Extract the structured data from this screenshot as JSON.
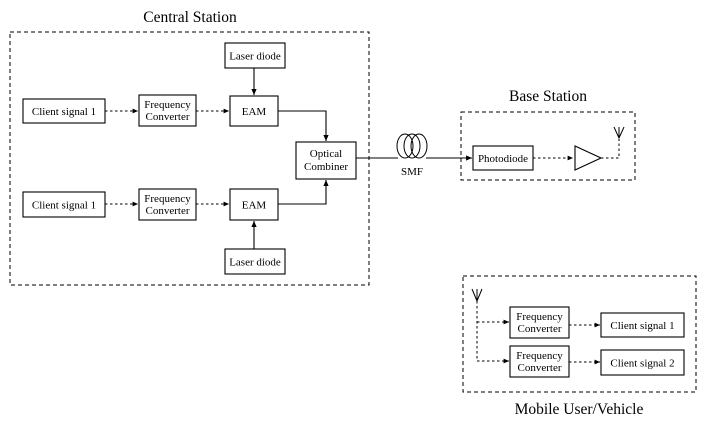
{
  "central_station": {
    "title": "Central Station",
    "laser_top": "Laser diode",
    "laser_bottom": "Laser diode",
    "client_top": "Client signal 1",
    "client_bottom": "Client signal 1",
    "freq_top": [
      "Frequency",
      "Converter"
    ],
    "freq_bottom": [
      "Frequency",
      "Converter"
    ],
    "eam_top": "EAM",
    "eam_bottom": "EAM",
    "combiner": [
      "Optical",
      "Combiner"
    ]
  },
  "fiber": {
    "label": "SMF"
  },
  "base_station": {
    "title": "Base Station",
    "photodiode": "Photodiode"
  },
  "mobile": {
    "title": "Mobile User/Vehicle",
    "freq_top": [
      "Frequency",
      "Converter"
    ],
    "freq_bottom": [
      "Frequency",
      "Converter"
    ],
    "client_top": "Client signal 1",
    "client_bottom": "Client signal 2"
  }
}
